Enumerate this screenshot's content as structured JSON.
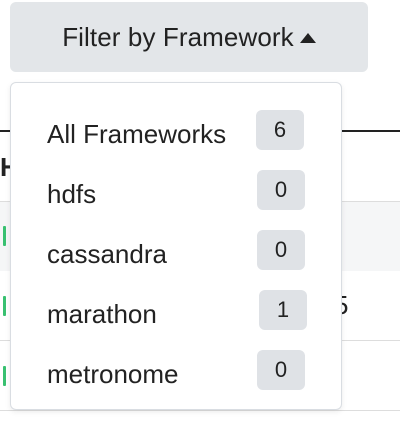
{
  "filter": {
    "button_label": "Filter by Framework",
    "caret_icon": "caret-up-icon"
  },
  "dropdown": {
    "items": [
      {
        "label": "All Frameworks",
        "count": "6"
      },
      {
        "label": "hdfs",
        "count": "0"
      },
      {
        "label": "cassandra",
        "count": "0"
      },
      {
        "label": "marathon",
        "count": "1"
      },
      {
        "label": "metronome",
        "count": "0"
      }
    ]
  },
  "background": {
    "header_fragment": "H",
    "row_trailing_fragment": "5",
    "health_color": "#38c070"
  },
  "colors": {
    "button_bg": "#e3e6e9",
    "badge_bg": "#dfe2e6",
    "text": "#222222"
  }
}
